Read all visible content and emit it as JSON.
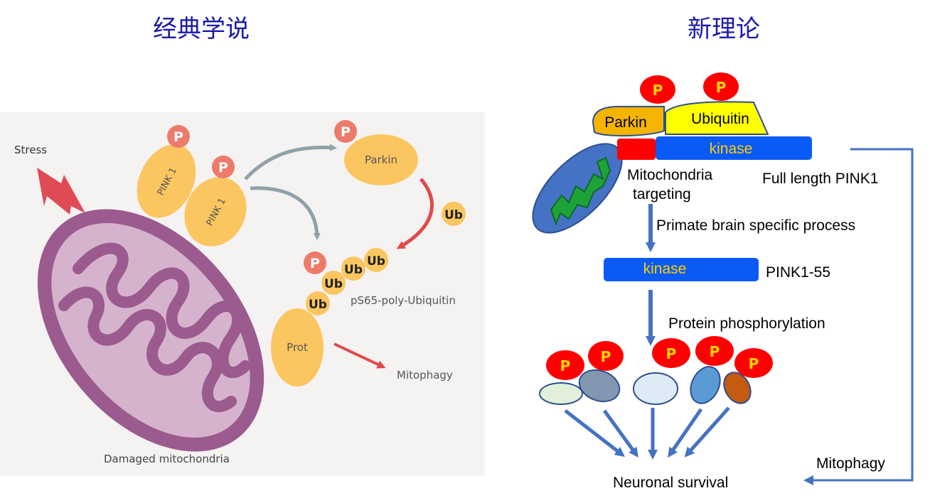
{
  "left": {
    "title": "经典学说",
    "labels": {
      "stress": "Stress",
      "pink1_a": "PINK 1",
      "pink1_b": "PINK 1",
      "parkin": "Parkin",
      "ub_free": "Ub",
      "ub1": "Ub",
      "ub2": "Ub",
      "ub3": "Ub",
      "ub4": "Ub",
      "ps65": "pS65-poly-Ubiquitin",
      "prot": "Prot",
      "mitophagy": "Mitophagy",
      "damaged": "Damaged mitochondria",
      "p": "P"
    },
    "colors": {
      "panel_bg": "#f5f2f2",
      "orange": "#fbc660",
      "phospho": "#ee7a6a",
      "mito_outer": "#9b5b8e",
      "mito_inner": "#d6b3cc",
      "grey_arrow": "#8fa1a9",
      "red_arrow": "#e04a4a"
    }
  },
  "right": {
    "title": "新理论",
    "labels": {
      "parkin": "Parkin",
      "ubiquitin": "Ubiquitin",
      "kinase_top": "kinase",
      "mito_targeting_1": "Mitochondria",
      "mito_targeting_2": "targeting",
      "full_length": "Full length PINK1",
      "primate": "Primate brain specific process",
      "kinase_mid": "kinase",
      "pink1_55": "PINK1-55",
      "protein_phos": "Protein phosphorylation",
      "neuronal": "Neuronal survival",
      "mitophagy": "Mitophagy",
      "p": "P"
    },
    "colors": {
      "kinase_blue": "#0a5af5",
      "kinase_text": "#ffd000",
      "arrow_blue": "#4472c4",
      "p_red": "#ff0000",
      "p_text": "#ffd700",
      "parkin_fill": "#f5b400",
      "ubiquitin_fill": "#ffff00",
      "targeting_red": "#ff0000",
      "mito_blue": "#4472c4",
      "mito_green": "#1ea33a"
    }
  }
}
